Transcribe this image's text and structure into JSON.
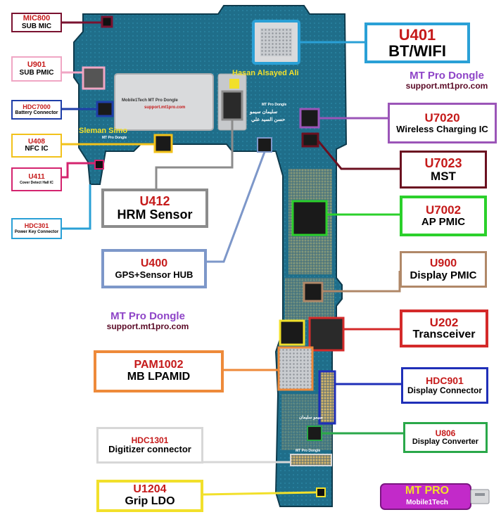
{
  "colors": {
    "board": "#1f6e8a",
    "board_dark": "#134c63",
    "label_red": "#c51a1a",
    "brand_purple": "#8e44c7",
    "brand_url": "#5a0a26"
  },
  "board_text": {
    "author": "Hasan Alsayed Ali",
    "author2": "Sleman Simo",
    "shield_title": "Mobile1Tech MT Pro Dongle",
    "shield_url": "support.mt1pro.com",
    "shield_small": "MT Pro Dongle",
    "arabic_1": "سليمان سيمو",
    "arabic_2": "حسن السيد علي",
    "chip_mt": "MT Pro Dongle",
    "arabic_low": "سيمو سليمان",
    "chip_mt_low": "MT Pro Dongle"
  },
  "brands": [
    {
      "id": "brand-top",
      "title": "MT Pro Dongle",
      "url": "support.mt1pro.com"
    },
    {
      "id": "brand-mid",
      "title": "MT Pro Dongle",
      "url": "support.mt1pro.com"
    }
  ],
  "dongle": {
    "title": "MT PRO",
    "sub": "Mobile1Tech"
  },
  "labels": [
    {
      "id": "mic800",
      "code": "MIC800",
      "name": "SUB MIC",
      "color": "#7a1230"
    },
    {
      "id": "u901",
      "code": "U901",
      "name": "SUB PMIC",
      "color": "#f0a6c4"
    },
    {
      "id": "hdc7000",
      "code": "HDC7000",
      "name": "Battery Connector",
      "color": "#1f3ea8"
    },
    {
      "id": "u408",
      "code": "U408",
      "name": "NFC IC",
      "color": "#f2c21b"
    },
    {
      "id": "u411",
      "code": "U411",
      "name": "Cover Detect Hall IC",
      "color": "#d4246f"
    },
    {
      "id": "hdc301",
      "code": "HDC301",
      "name": "Power Key Connector",
      "color": "#2aa0d6"
    },
    {
      "id": "u401",
      "code": "U401",
      "name": "BT/WIFI",
      "color": "#2aa0d6"
    },
    {
      "id": "u7020",
      "code": "U7020",
      "name": "Wireless Charging IC",
      "color": "#9b55b8"
    },
    {
      "id": "u7023",
      "code": "U7023",
      "name": "MST",
      "color": "#6b1020"
    },
    {
      "id": "u412",
      "code": "U412",
      "name": "HRM Sensor",
      "color": "#8c8c8c"
    },
    {
      "id": "u7002",
      "code": "U7002",
      "name": "AP PMIC",
      "color": "#2bd02b"
    },
    {
      "id": "u400",
      "code": "U400",
      "name": "GPS+Sensor HUB",
      "color": "#7d97c9"
    },
    {
      "id": "u900",
      "code": "U900",
      "name": "Display PMIC",
      "color": "#b08868"
    },
    {
      "id": "u202",
      "code": "U202",
      "name": "Transceiver",
      "color": "#d42a2a"
    },
    {
      "id": "pam1002",
      "code": "PAM1002",
      "name": "MB LPAMID",
      "color": "#ee8a3a"
    },
    {
      "id": "hdc901",
      "code": "HDC901",
      "name": "Display Connector",
      "color": "#1f2fb8"
    },
    {
      "id": "u806",
      "code": "U806",
      "name": "Display Converter",
      "color": "#2aa84a"
    },
    {
      "id": "hdc1301",
      "code": "HDC1301",
      "name": "Digitizer connector",
      "color": "#d7d7d7"
    },
    {
      "id": "u1204",
      "code": "U1204",
      "name": "Grip LDO",
      "color": "#f2e02b"
    }
  ]
}
